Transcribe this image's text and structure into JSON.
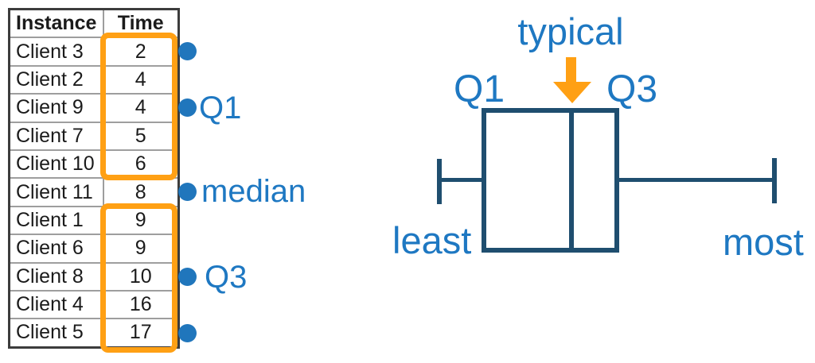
{
  "table": {
    "headers": {
      "instance": "Instance",
      "time": "Time"
    },
    "rows": [
      {
        "instance": "Client 3",
        "time": "2"
      },
      {
        "instance": "Client 2",
        "time": "4"
      },
      {
        "instance": "Client 9",
        "time": "4"
      },
      {
        "instance": "Client 7",
        "time": "5"
      },
      {
        "instance": "Client 10",
        "time": "6"
      },
      {
        "instance": "Client 11",
        "time": "8"
      },
      {
        "instance": "Client 1",
        "time": "9"
      },
      {
        "instance": "Client 6",
        "time": "9"
      },
      {
        "instance": "Client 8",
        "time": "10"
      },
      {
        "instance": "Client 4",
        "time": "16"
      },
      {
        "instance": "Client 5",
        "time": "17"
      }
    ]
  },
  "callouts": {
    "q1": "Q1",
    "median": "median",
    "q3": "Q3"
  },
  "boxplot_labels": {
    "typical": "typical",
    "q1": "Q1",
    "q3": "Q3",
    "least": "least",
    "most": "most"
  },
  "colors": {
    "label_blue": "#1E78C2",
    "dot_blue": "#2076BC",
    "box_navy": "#1F4E6F",
    "highlight_orange": "#FFA014"
  },
  "chart_data": {
    "type": "boxplot",
    "title": "",
    "orientation": "horizontal",
    "values_sorted": [
      2,
      4,
      4,
      5,
      6,
      8,
      9,
      9,
      10,
      16,
      17
    ],
    "stats": {
      "least": 2,
      "q1": 4,
      "median": 8,
      "q3": 10,
      "most": 17
    },
    "lower_half_highlight": [
      2,
      4,
      4,
      5,
      6
    ],
    "upper_half_highlight": [
      9,
      9,
      10,
      16,
      17
    ],
    "annotations": [
      "typical",
      "Q1",
      "Q3",
      "least",
      "most"
    ],
    "legend_position": "none",
    "grid": false
  }
}
